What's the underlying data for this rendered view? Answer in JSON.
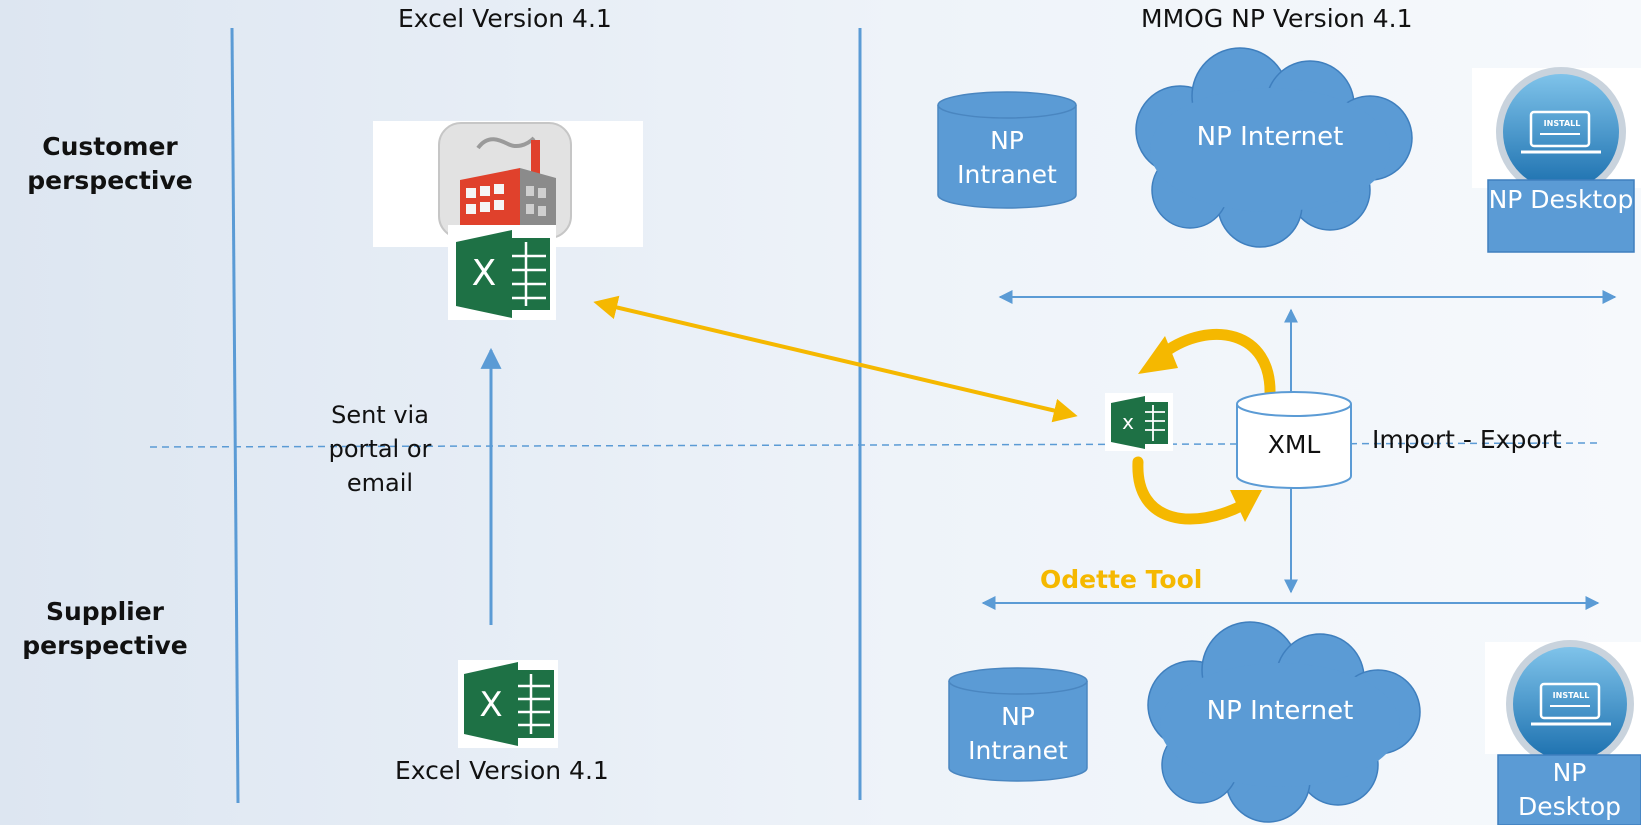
{
  "headers": {
    "left": "Excel Version 4.1",
    "right": "MMOG NP Version 4.1"
  },
  "rows": {
    "customer": "Customer perspective",
    "supplier": "Supplier perspective"
  },
  "labels": {
    "sent_via": "Sent via portal or email",
    "excel_bottom": "Excel Version 4.1",
    "xml": "XML",
    "import_export": "Import - Export",
    "odette_tool": "Odette Tool"
  },
  "top_group": {
    "intranet": "NP Intranet",
    "internet": "NP Internet",
    "desktop": "NP Desktop",
    "install": "INSTALL"
  },
  "bottom_group": {
    "intranet": "NP Intranet",
    "internet": "NP Internet",
    "desktop": "NP Desktop",
    "install": "INSTALL"
  },
  "icons": {
    "excel": "X",
    "excel_small": "x"
  },
  "colors": {
    "line_blue": "#5b9bd5",
    "fill_blue": "#5b9bd5",
    "excel_green": "#1e7145",
    "odette_yellow": "#f5b800"
  }
}
